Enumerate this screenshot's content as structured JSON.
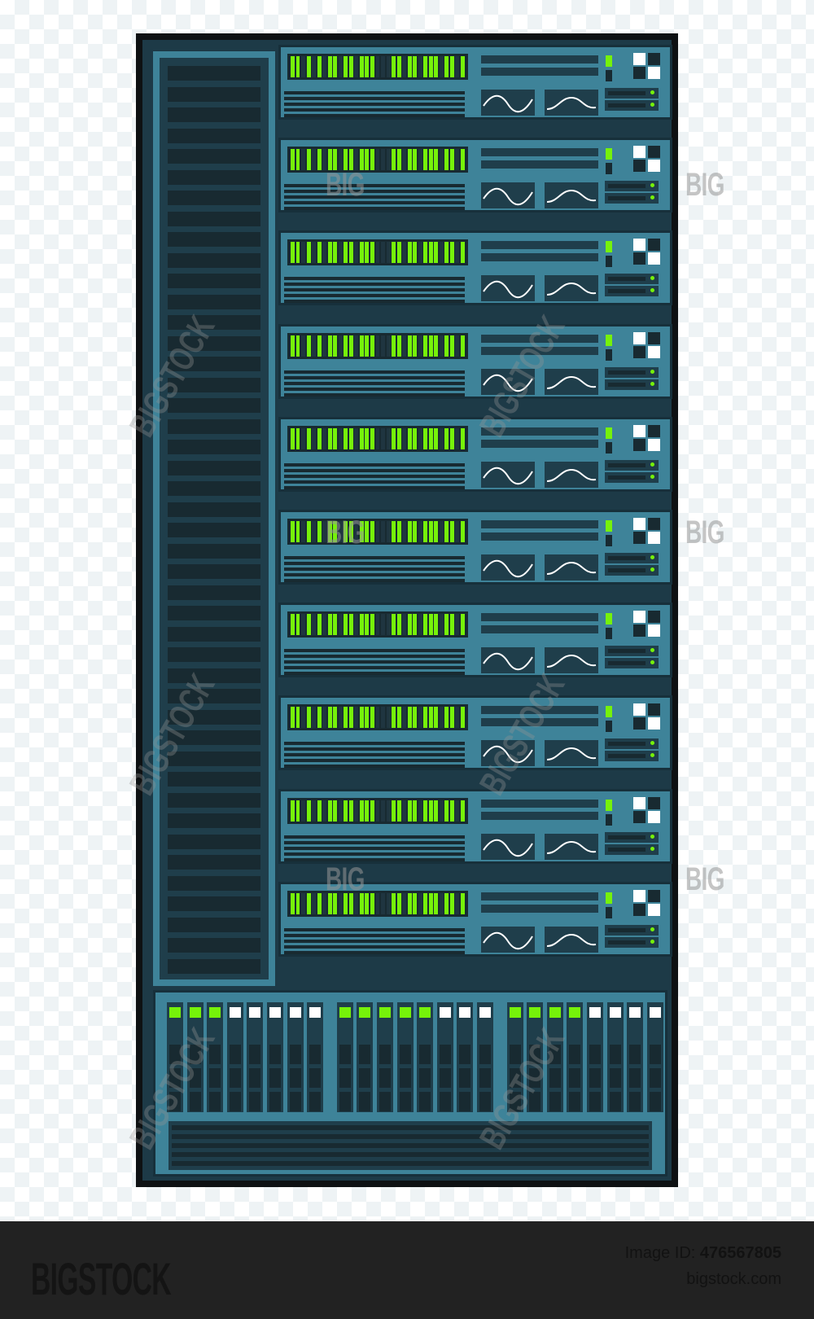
{
  "image": {
    "subject": "server-rack-illustration",
    "colors": {
      "frame": "#0e1113",
      "body": "#1d3a47",
      "panel": "#3e8399",
      "recess": "#1f3e4b",
      "slot": "#182a31",
      "led_green": "#76f20a",
      "led_white": "#ffffff",
      "footer_bg": "#222222"
    },
    "server_units": 10,
    "server_led_pattern": "110101011011011100011011011101101",
    "vent_slats": 44,
    "drive_groups": [
      {
        "bays": 8,
        "green": 3,
        "white": 5
      },
      {
        "bays": 8,
        "green": 5,
        "white": 3
      },
      {
        "bays": 8,
        "green": 4,
        "white": 4
      }
    ]
  },
  "watermarks": {
    "big": "BIG",
    "bigstock": "BIGSTOCK"
  },
  "footer": {
    "logo": "BIGSTOCK",
    "image_id_label": "Image ID:",
    "image_id_value": "476567805",
    "site": "bigstock.com"
  }
}
